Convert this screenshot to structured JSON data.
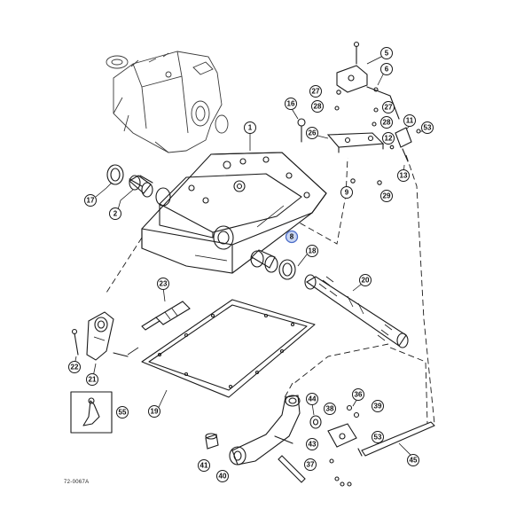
{
  "diagram": {
    "reference_code": "72-0067A",
    "callouts": [
      "1",
      "2",
      "5",
      "6",
      "8",
      "9",
      "11",
      "12",
      "13",
      "16",
      "17",
      "18",
      "19",
      "20",
      "21",
      "22",
      "23",
      "26",
      "27",
      "27",
      "28",
      "28",
      "29",
      "36",
      "37",
      "38",
      "39",
      "40",
      "41",
      "43",
      "44",
      "45",
      "53",
      "53",
      "55"
    ]
  },
  "colors": {
    "line": "#1a1a1a",
    "highlight_fill": "#c9d6f2",
    "highlight_stroke": "#4a6cc8"
  },
  "highlighted_callout": "8"
}
